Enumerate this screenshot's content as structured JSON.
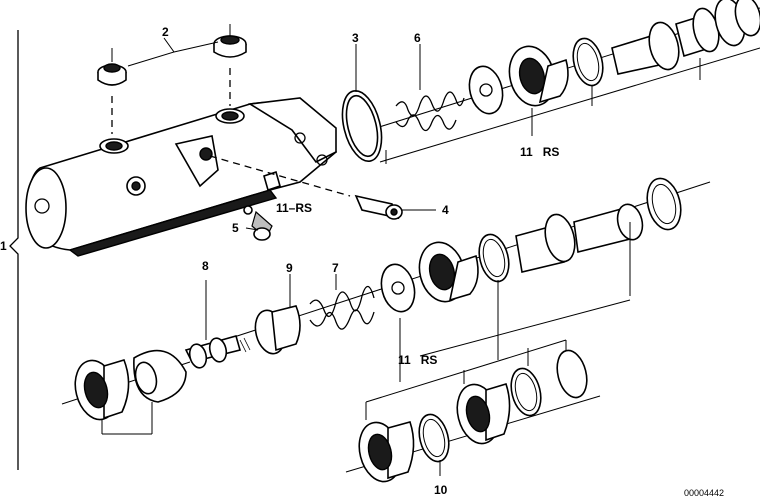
{
  "labels": {
    "l1": "1",
    "l2": "2",
    "l3": "3",
    "l4": "4",
    "l5": "5",
    "l6": "6",
    "l7": "7",
    "l8": "8",
    "l9": "9",
    "l10": "10",
    "l11_rs_top": "11   RS",
    "l11_rs_mid": "11–RS",
    "l11_rs_low": "11   RS"
  },
  "drawing_number": "00004442"
}
